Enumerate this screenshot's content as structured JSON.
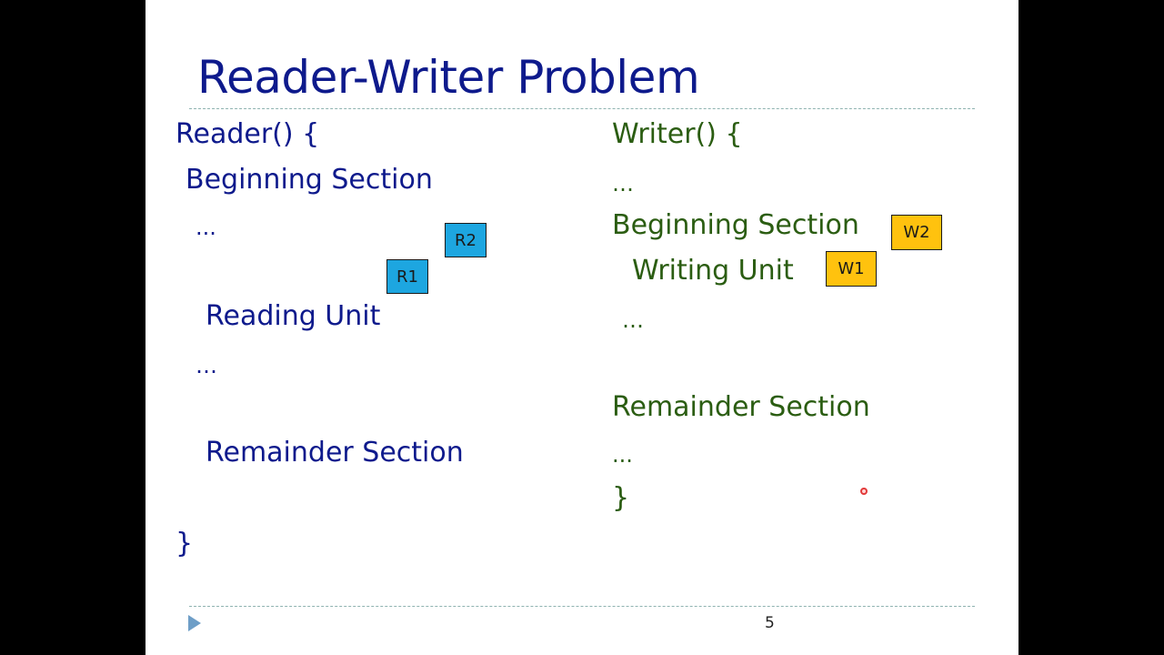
{
  "slide": {
    "title": "Reader-Writer Problem",
    "page_number": "5",
    "colors": {
      "title": "#0e1a8c",
      "reader_text": "#0e1a8c",
      "writer_text": "#2b5d12",
      "reader_tag": "#1da6e0",
      "writer_tag": "#ffc20e",
      "rule": "#8fb3b0",
      "nav_arrow": "#6e9ec7",
      "pointer": "#e23a3a"
    }
  },
  "reader": {
    "header": "Reader() {",
    "beginning": "Beginning Section",
    "dots1": "...",
    "reading_unit": "Reading Unit",
    "dots2": "…",
    "remainder": "Remainder Section",
    "close": "}",
    "tags": {
      "r1": "R1",
      "r2": "R2"
    }
  },
  "writer": {
    "header": "Writer() {",
    "dots1": "…",
    "beginning": "Beginning Section",
    "writing_unit": "Writing Unit",
    "dots2": "…",
    "remainder": "Remainder Section",
    "dots3": "...",
    "close": "}",
    "tags": {
      "w1": "W1",
      "w2": "W2"
    }
  },
  "icons": {
    "nav": "triangle-right-icon",
    "pointer": "laser-pointer-icon"
  }
}
